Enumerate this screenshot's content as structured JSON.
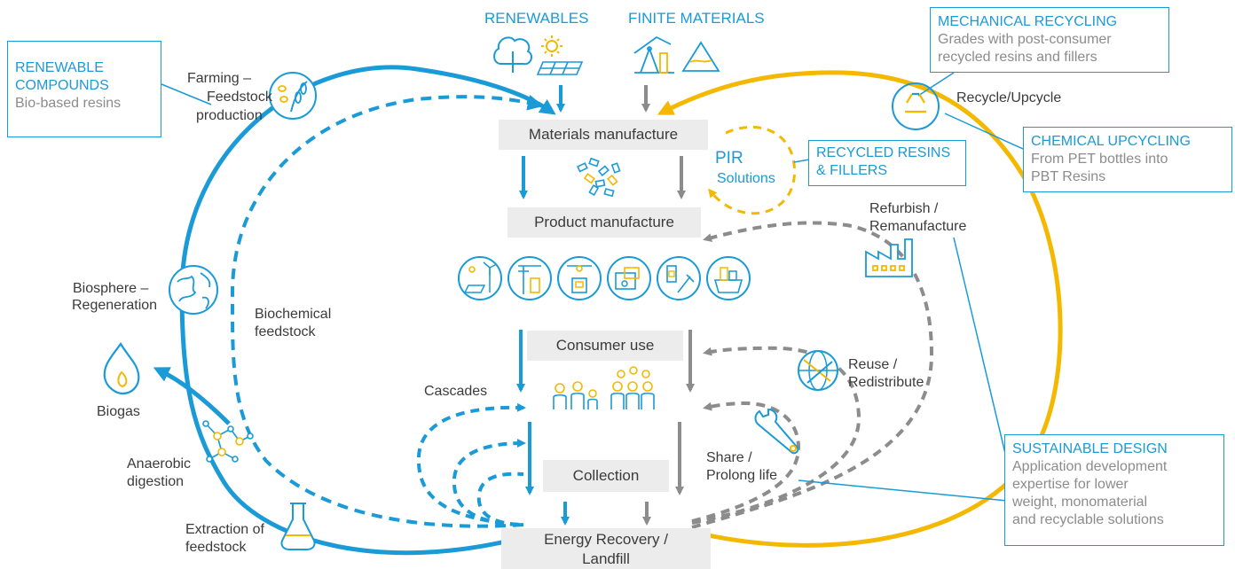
{
  "top": {
    "renewables": "RENEWABLES",
    "finite": "FINITE MATERIALS"
  },
  "boxes": {
    "renewable_compounds": {
      "title_line1": "RENEWABLE",
      "title_line2": "COMPOUNDS",
      "body": "Bio-based resins"
    },
    "mechanical_recycling": {
      "title": "MECHANICAL RECYCLING",
      "body_line1": "Grades with post-consumer",
      "body_line2": "recycled resins and fillers"
    },
    "chemical_upcycling": {
      "title": "CHEMICAL UPCYCLING",
      "body_line1": "From PET bottles into",
      "body_line2": "PBT Resins"
    },
    "recycled_resins": {
      "title_line1": "RECYCLED RESINS",
      "title_line2": "& FILLERS"
    },
    "sustainable_design": {
      "title": "SUSTAINABLE DESIGN",
      "body_line1": "Application development",
      "body_line2": "expertise for lower",
      "body_line3": "weight, monomaterial",
      "body_line4": "and recyclable solutions"
    }
  },
  "stages": {
    "materials": "Materials manufacture",
    "product": "Product manufacture",
    "consumer": "Consumer use",
    "collection": "Collection",
    "energy_line1": "Energy Recovery /",
    "energy_line2": "Landfill"
  },
  "labels": {
    "farming_line1": "Farming –",
    "farming_line2": "Feedstock",
    "farming_line3": "production",
    "biosphere_line1": "Biosphere –",
    "biosphere_line2": "Regeneration",
    "biochemical_line1": "Biochemical",
    "biochemical_line2": "feedstock",
    "biogas": "Biogas",
    "anaerobic_line1": "Anaerobic",
    "anaerobic_line2": "digestion",
    "extraction_line1": "Extraction of",
    "extraction_line2": "feedstock",
    "cascades": "Cascades",
    "pir_line1": "PIR",
    "pir_line2": "Solutions",
    "recycle": "Recycle/Upcycle",
    "refurbish_line1": "Refurbish /",
    "refurbish_line2": "Remanufacture",
    "reuse_line1": "Reuse /",
    "reuse_line2": "Redistribute",
    "share_line1": "Share /",
    "share_line2": "Prolong life"
  },
  "colors": {
    "blue": "#1a9ad6",
    "yellow": "#f5b800",
    "grey": "#8c8c8c",
    "stage_bg": "#ececec"
  },
  "icons": [
    "tree-icon",
    "sun-icon",
    "solar-panel-icon",
    "oil-pump-icon",
    "mountain-icon",
    "recycle-icon",
    "wheat-icon",
    "globe-icon",
    "flame-icon",
    "molecule-icon",
    "flask-icon",
    "pellets-icon",
    "factory-icon",
    "globe-arrows-icon",
    "wrench-icon",
    "wind-solar-icon",
    "construction-icon",
    "lamp-icon",
    "camera-icon",
    "medical-icon",
    "shopping-icon",
    "people-icon"
  ]
}
